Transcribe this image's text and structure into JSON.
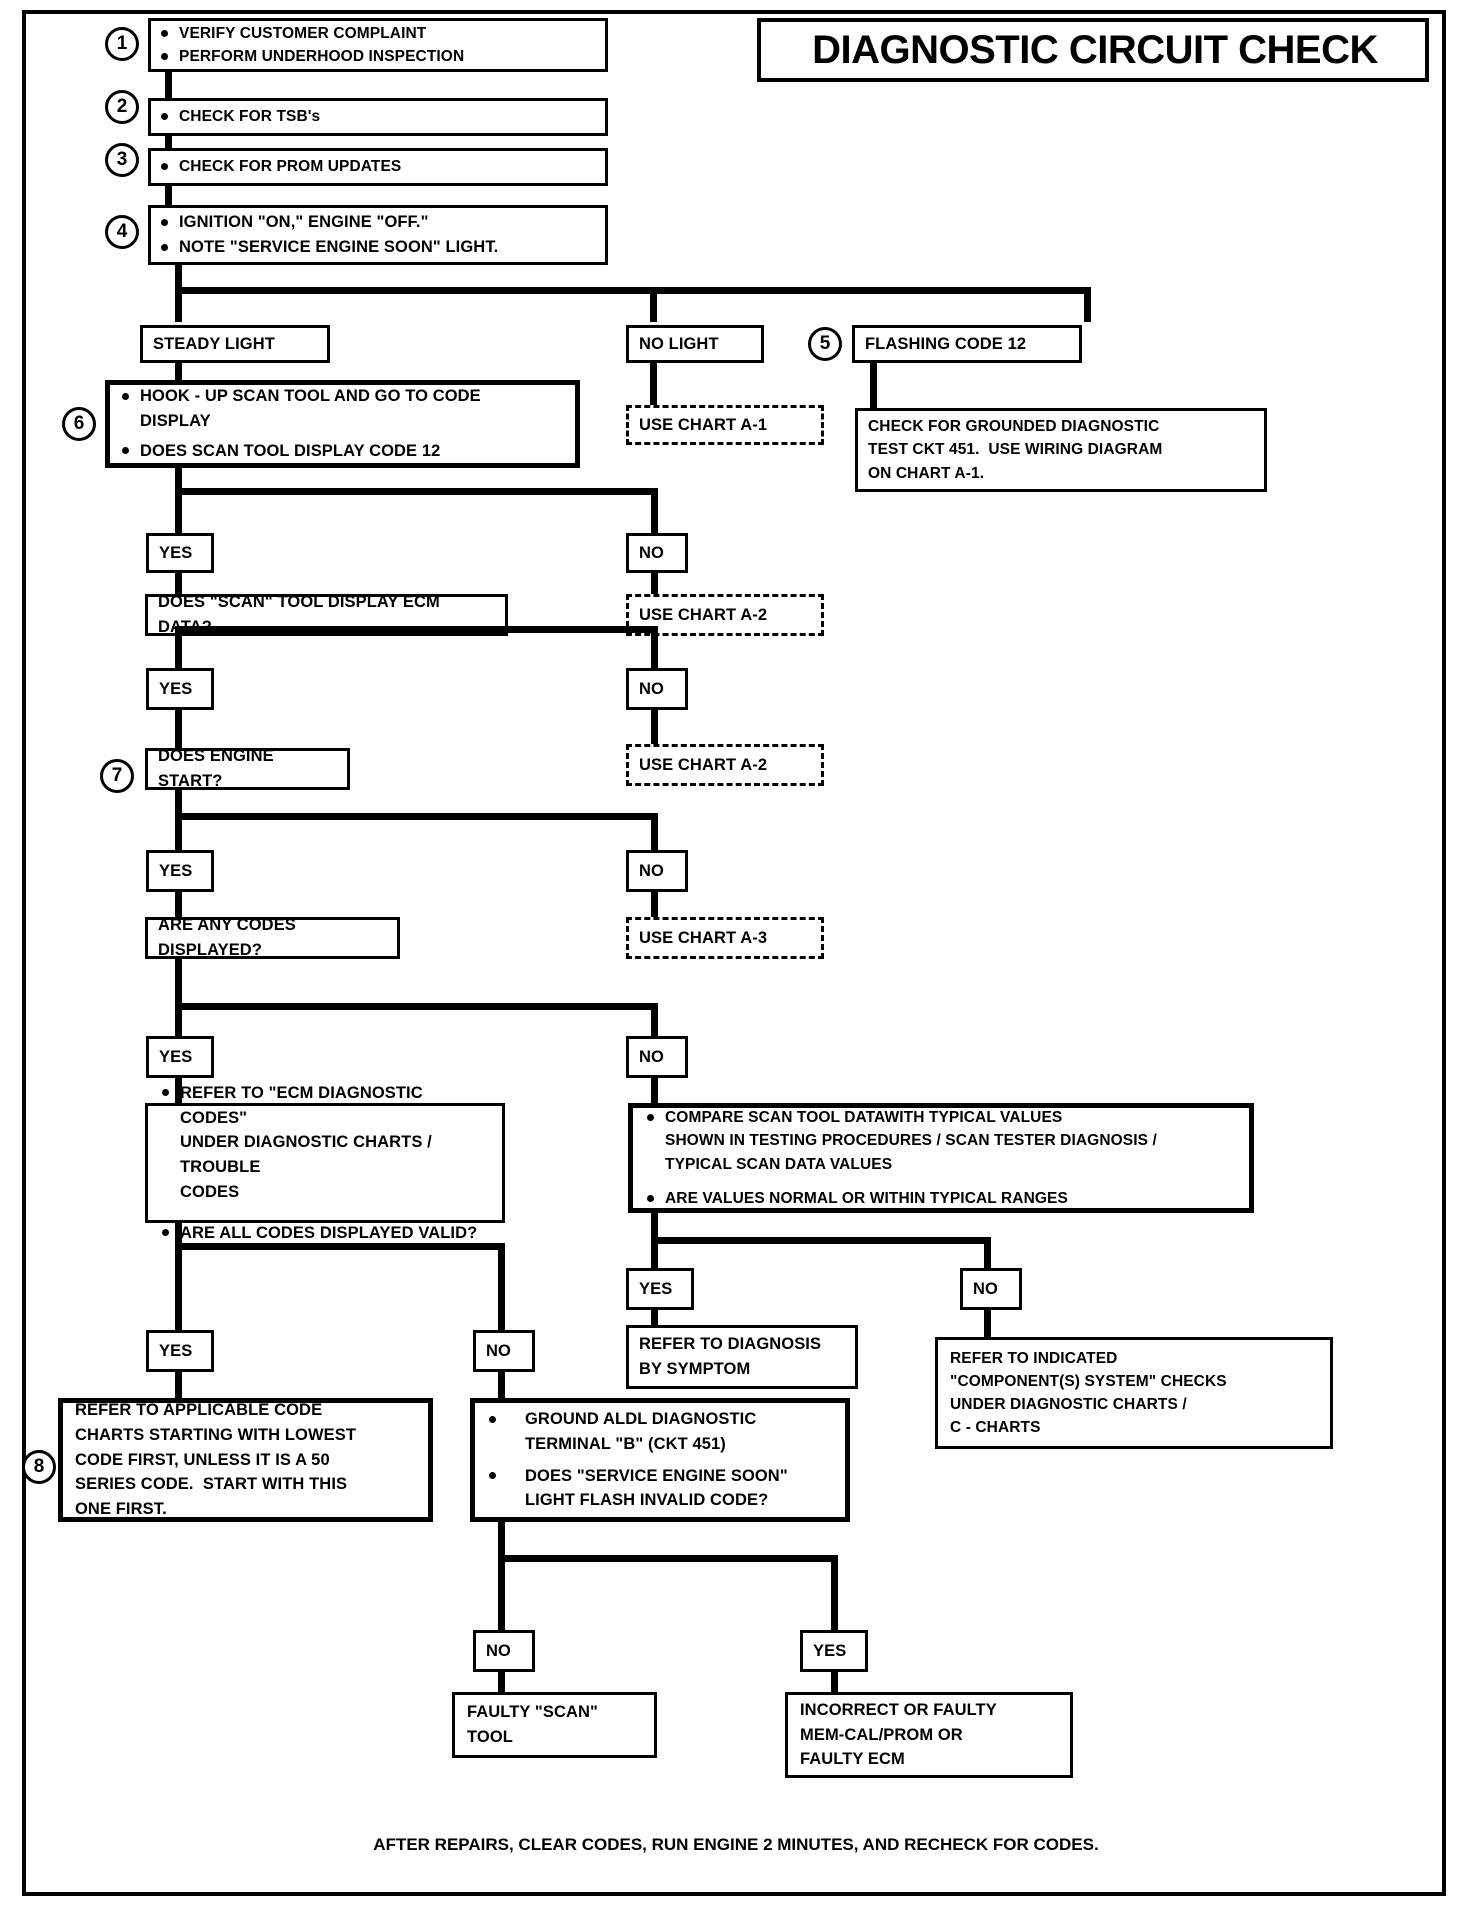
{
  "title": "DIAGNOSTIC CIRCUIT CHECK",
  "footer": "AFTER REPAIRS, CLEAR CODES, RUN ENGINE 2 MINUTES, AND RECHECK FOR CODES.",
  "steps": {
    "s1": "1",
    "s2": "2",
    "s3": "3",
    "s4": "4",
    "s5": "5",
    "s6": "6",
    "s7": "7",
    "s8": "8"
  },
  "boxes": {
    "step1": {
      "lines": [
        "VERIFY CUSTOMER COMPLAINT",
        "PERFORM UNDERHOOD INSPECTION"
      ]
    },
    "step2": {
      "lines": [
        "CHECK FOR TSB's"
      ]
    },
    "step3": {
      "lines": [
        "CHECK FOR PROM UPDATES"
      ]
    },
    "step4": {
      "lines": [
        "IGNITION \"ON,\" ENGINE  \"OFF.\"",
        "NOTE \"SERVICE ENGINE SOON\" LIGHT."
      ]
    },
    "steady_light": "STEADY LIGHT",
    "no_light": "NO LIGHT",
    "flashing_code_12": "FLASHING CODE 12",
    "use_chart_a1_top": "USE CHART A-1",
    "grounded_check": {
      "line1": "CHECK FOR GROUNDED DIAGNOSTIC",
      "line2": "TEST CKT 451.  USE WIRING DIAGRAM",
      "line3": "ON CHART A-1."
    },
    "step6": {
      "line1": "HOOK - UP SCAN TOOL AND GO TO CODE",
      "line2": "DISPLAY",
      "line3": "DOES SCAN TOOL DISPLAY CODE 12"
    },
    "scan_ecm_data": "DOES \"SCAN\" TOOL DISPLAY ECM DATA?",
    "use_chart_a2_first": "USE CHART A-2",
    "does_engine_start": "DOES ENGINE START?",
    "use_chart_a2_second": "USE CHART A-2",
    "any_codes_displayed": "ARE ANY CODES DISPLAYED?",
    "use_chart_a3": "USE CHART A-3",
    "ecm_codes_box": {
      "line1": "REFER TO \"ECM DIAGNOSTIC CODES\"",
      "line2": "UNDER DIAGNOSTIC CHARTS / TROUBLE",
      "line3": "CODES",
      "line4": "ARE ALL CODES DISPLAYED VALID?"
    },
    "compare_box": {
      "line1": "COMPARE SCAN TOOL DATAWITH TYPICAL VALUES",
      "line2": "SHOWN IN TESTING PROCEDURES / SCAN TESTER DIAGNOSIS /",
      "line3": "TYPICAL SCAN DATA VALUES",
      "line4": "ARE VALUES NORMAL OR WITHIN TYPICAL RANGES"
    },
    "refer_diagnosis": {
      "line1": "REFER TO DIAGNOSIS",
      "line2": "BY SYMPTOM"
    },
    "refer_indicated": {
      "line1": "REFER TO INDICATED",
      "line2": "\"COMPONENT(S) SYSTEM\" CHECKS",
      "line3": "UNDER DIAGNOSTIC CHARTS /",
      "line4": "C - CHARTS"
    },
    "step8_box": {
      "line1": "REFER TO APPLICABLE CODE",
      "line2": "CHARTS STARTING WITH LOWEST",
      "line3": "CODE FIRST, UNLESS IT IS A 50",
      "line4": "SERIES CODE.  START WITH THIS",
      "line5": "ONE FIRST."
    },
    "ground_aldl": {
      "line1": "GROUND ALDL DIAGNOSTIC",
      "line2": "TERMINAL \"B\" (CKT 451)",
      "line3": "DOES \"SERVICE ENGINE SOON\"",
      "line4": "LIGHT FLASH INVALID CODE?"
    },
    "faulty_scan": {
      "line1": "FAULTY \"SCAN\"",
      "line2": "TOOL"
    },
    "incorrect_memcal": {
      "line1": "INCORRECT OR FAULTY",
      "line2": "MEM-CAL/PROM OR",
      "line3": "FAULTY ECM"
    }
  },
  "decisions": {
    "yes1": "YES",
    "no1": "NO",
    "yes2": "YES",
    "no2": "NO",
    "yes3": "YES",
    "no3": "NO",
    "yes4": "YES",
    "no4": "NO",
    "yes5": "YES",
    "no5": "NO",
    "yes6": "YES",
    "no6": "NO",
    "no7": "NO",
    "yes7": "YES"
  },
  "colors": {
    "ink": "#000000",
    "paper": "#ffffff"
  }
}
